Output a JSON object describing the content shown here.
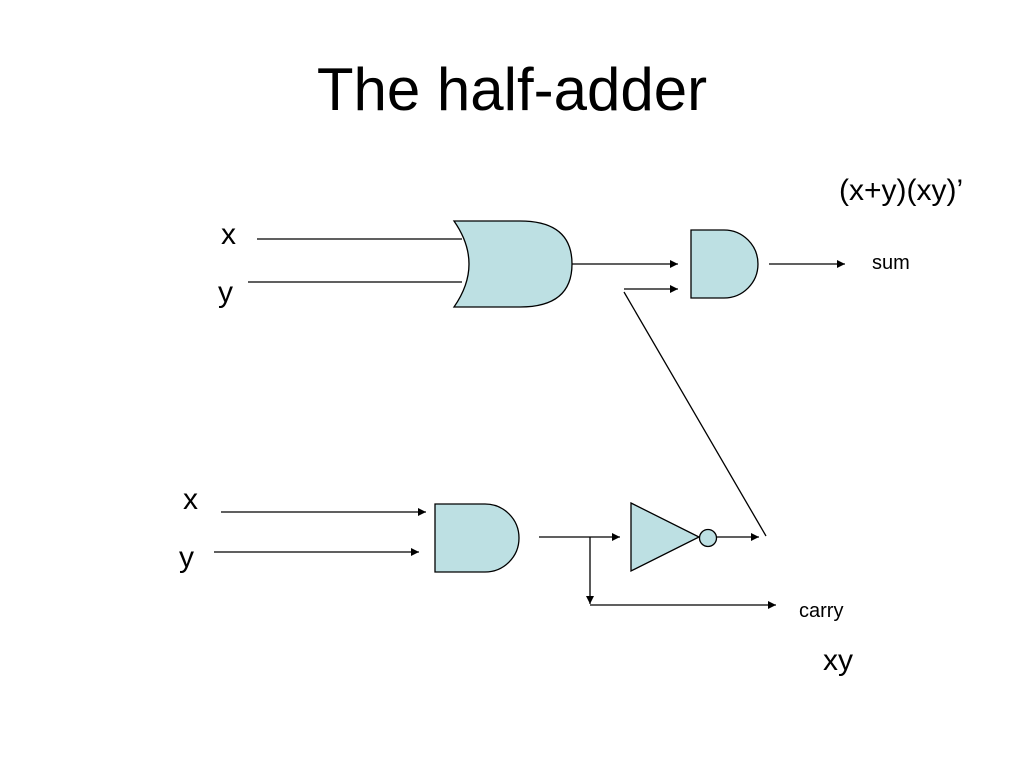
{
  "title": "The half-adder",
  "labels": {
    "top_x": "x",
    "top_y": "y",
    "bottom_x": "x",
    "bottom_y": "y",
    "sum_expression": "(x+y)(xy)’",
    "sum": "sum",
    "carry": "carry",
    "carry_expression": "xy"
  },
  "colors": {
    "gate_fill": "#bde0e3",
    "line": "#000000"
  }
}
